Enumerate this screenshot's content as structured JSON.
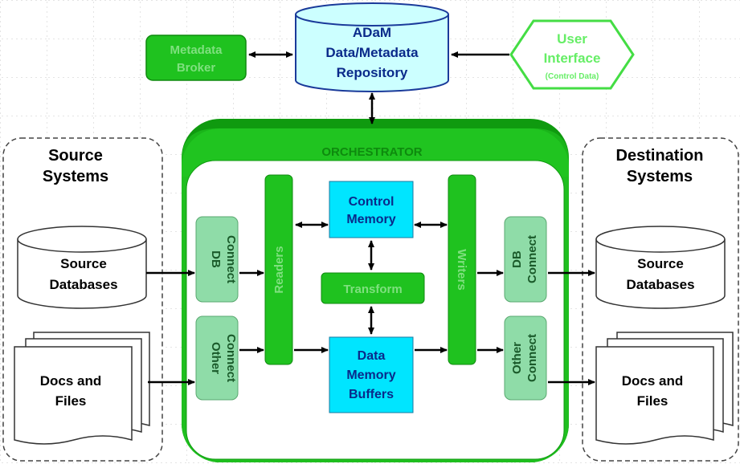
{
  "repository": {
    "line1": "ADaM",
    "line2": "Data/Metadata",
    "line3": "Repository"
  },
  "metadata_broker": {
    "line1": "Metadata",
    "line2": "Broker"
  },
  "user_interface": {
    "line1": "User",
    "line2": "Interface",
    "line3": "(Control Data)"
  },
  "orchestrator": {
    "label": "ORCHESTRATOR"
  },
  "source_systems": {
    "line1": "Source",
    "line2": "Systems",
    "db_line1": "Source",
    "db_line2": "Databases",
    "docs_line1": "Docs and",
    "docs_line2": "Files"
  },
  "destination_systems": {
    "line1": "Destination",
    "line2": "Systems",
    "db_line1": "Source",
    "db_line2": "Databases",
    "docs_line1": "Docs and",
    "docs_line2": "Files"
  },
  "connectors": {
    "db_line1": "DB",
    "db_line2": "Connect",
    "other_line1": "Other",
    "other_line2": "Connect"
  },
  "readers": {
    "label": "Readers"
  },
  "writers": {
    "label": "Writers"
  },
  "control_memory": {
    "line1": "Control",
    "line2": "Memory"
  },
  "transform": {
    "label": "Transform"
  },
  "data_memory": {
    "line1": "Data",
    "line2": "Memory",
    "line3": "Buffers"
  },
  "colors": {
    "green": "#1fc21f",
    "dark_green": "#0f8a0f",
    "cyan": "#00e5ff",
    "pale_green": "#8fdca8",
    "light_cyan": "#ccffff"
  }
}
